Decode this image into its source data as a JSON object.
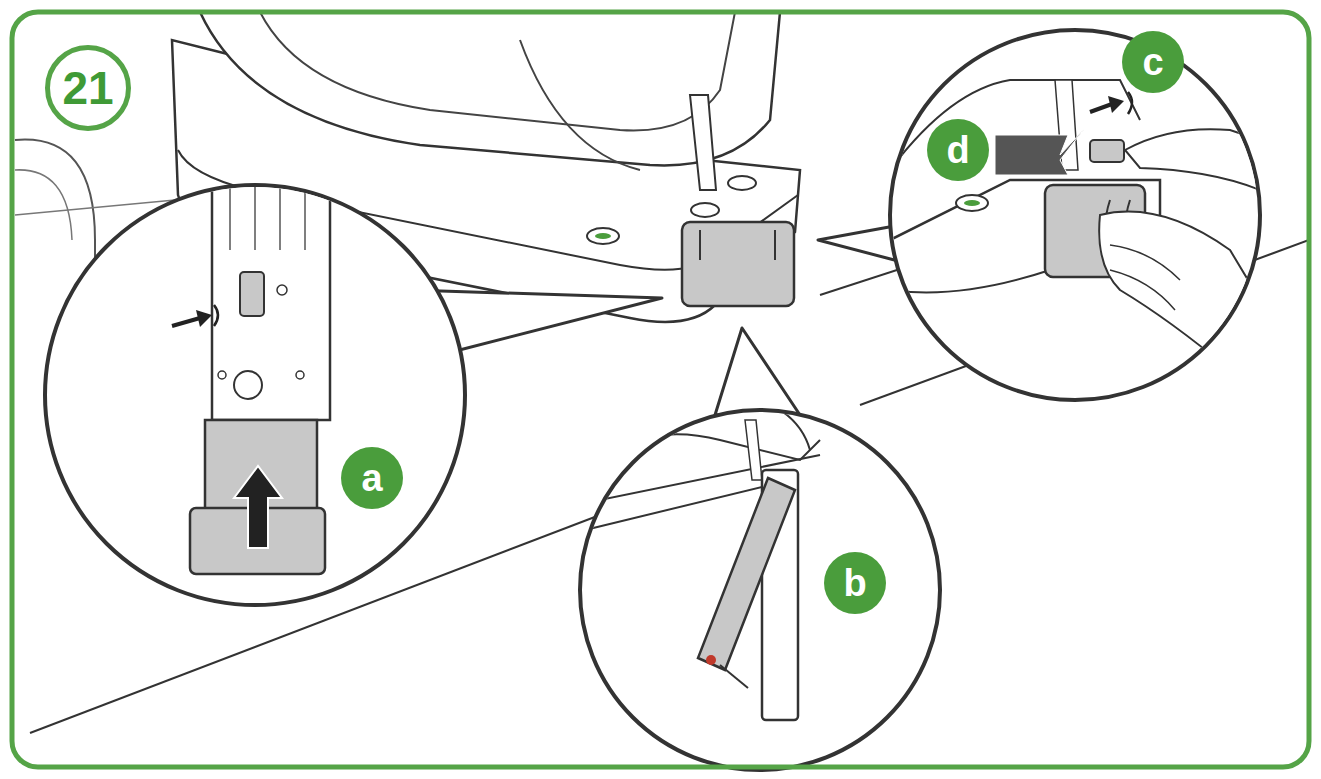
{
  "diagram": {
    "nodes": [
      {
        "text": [
          "21"
        ]
      },
      {
        "text": [
          "a"
        ]
      },
      {
        "text": [
          "b"
        ]
      },
      {
        "text": [
          "c"
        ]
      },
      {
        "text": [
          "d"
        ]
      }
    ]
  }
}
